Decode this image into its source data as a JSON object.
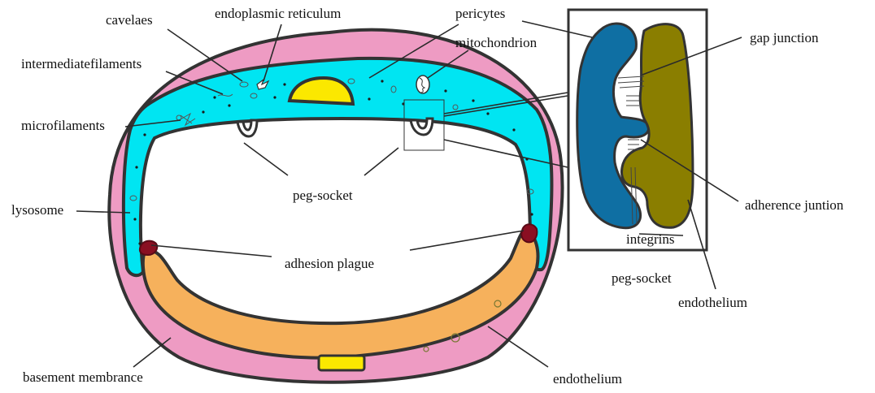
{
  "colors": {
    "basement_membrane": "#ee9bc3",
    "pericyte": "#00e5f2",
    "endothelium": "#f6b15c",
    "nucleus": "#fbe800",
    "adhesion_plaque": "#8a0f22",
    "inset_pericyte": "#0f6fa3",
    "inset_endothelium": "#8a7e00",
    "outline": "#333333"
  },
  "labels": {
    "cavelaes": "cavelaes",
    "endoplasmic_reticulum": "endoplasmic reticulum",
    "pericytes": "pericytes",
    "mitochondrion": "mitochondrion",
    "intermediate_filaments": "intermediatefilaments",
    "microfilaments": "microfilaments",
    "peg_socket": "peg-socket",
    "lysosome": "lysosome",
    "adhesion_plague": "adhesion plague",
    "basement_membrane": "basement membrance",
    "endothelium": "endothelium",
    "gap_junction": "gap junction",
    "adherence_junction": "adherence juntion",
    "integrins": "integrins",
    "inset_peg_socket": "peg-socket",
    "inset_endothelium": "endothelium"
  }
}
